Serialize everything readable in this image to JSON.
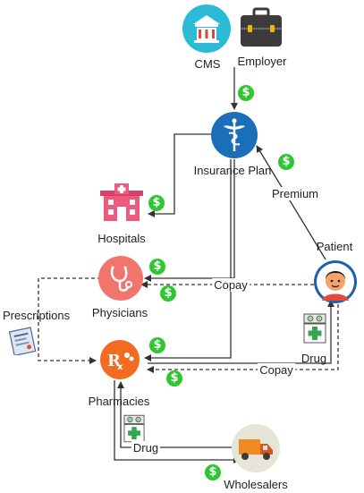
{
  "nodes": {
    "cms": "CMS",
    "employer": "Employer",
    "insurance_plan": "Insurance Plan",
    "hospitals": "Hospitals",
    "physicians": "Physicians",
    "pharmacies": "Pharmacies",
    "patient": "Patient",
    "wholesalers": "Wholesalers",
    "prescriptions": "Prescriptions"
  },
  "edge_labels": {
    "premium": "Premium",
    "copay_physicians": "Copay",
    "copay_pharmacies": "Copay",
    "drug_patient": "Drug",
    "drug_wholesaler": "Drug"
  },
  "money_symbol": "$",
  "icons": [
    "bank-icon",
    "briefcase-icon",
    "caduceus-icon",
    "hospital-icon",
    "stethoscope-icon",
    "rx-icon",
    "patient-avatar-icon",
    "medicine-box-icon",
    "truck-icon",
    "prescription-icon"
  ],
  "colors": {
    "teal": "#2bbbd6",
    "blue": "#1b6fb8",
    "pink": "#ec5a7e",
    "salmon": "#f0766d",
    "orange": "#f26b21",
    "green": "#2fc631",
    "arrow": "#333333",
    "dark": "#3c3c3c"
  }
}
